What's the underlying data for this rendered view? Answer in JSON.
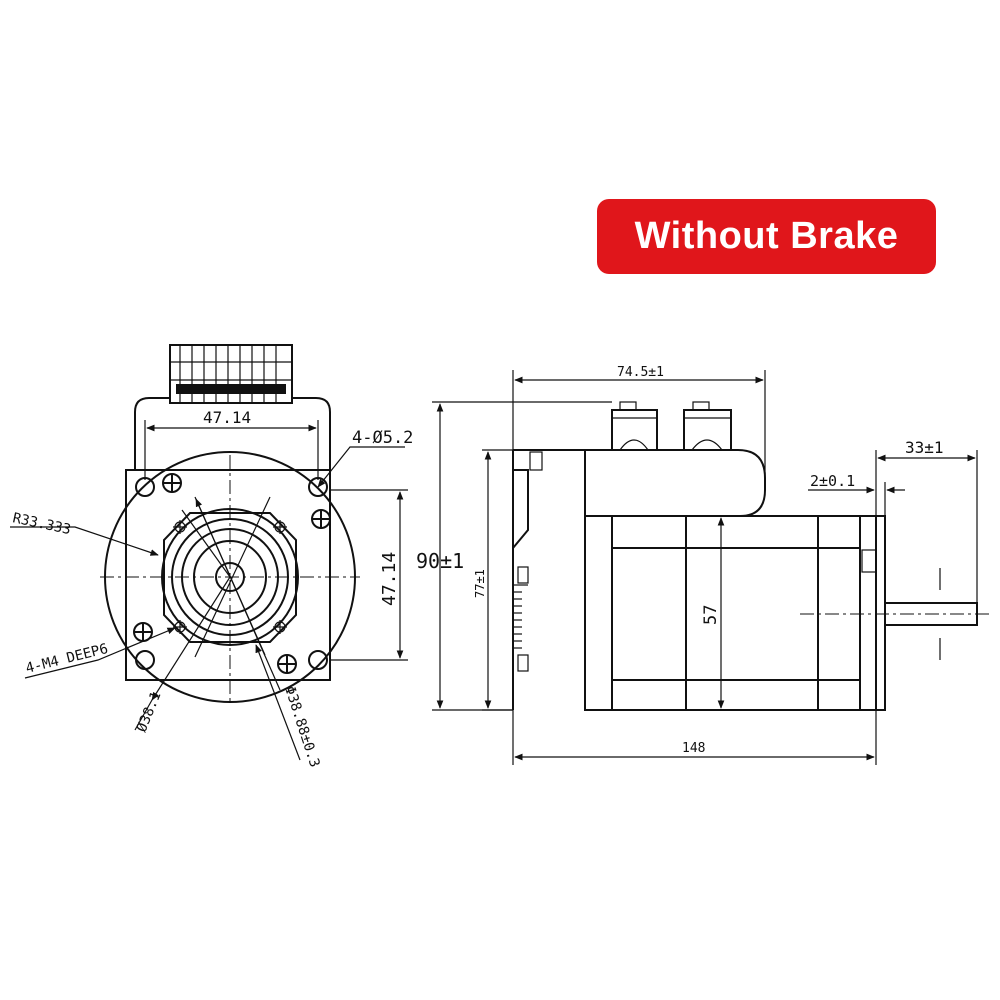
{
  "badge": {
    "label": "Without Brake",
    "color": "#e0161b"
  },
  "front_view": {
    "dim_connector_width": "47.14",
    "dim_hole_spacing": "47.14",
    "dim_radius": "R33.333",
    "dim_mount_holes": "4-Ø5.2",
    "dim_thread_holes": "4-M4 DEEP6",
    "dim_pilot": "Ø38.1",
    "dim_boss": "Φ38.88±0.3"
  },
  "side_view": {
    "dim_driver_length": "74.5±1",
    "dim_total_height": "90±1",
    "dim_body_height": "77±1",
    "dim_flange": "57",
    "dim_total_length": "148",
    "dim_shaft_length": "33±1",
    "dim_boss_length": "2±0.1"
  }
}
